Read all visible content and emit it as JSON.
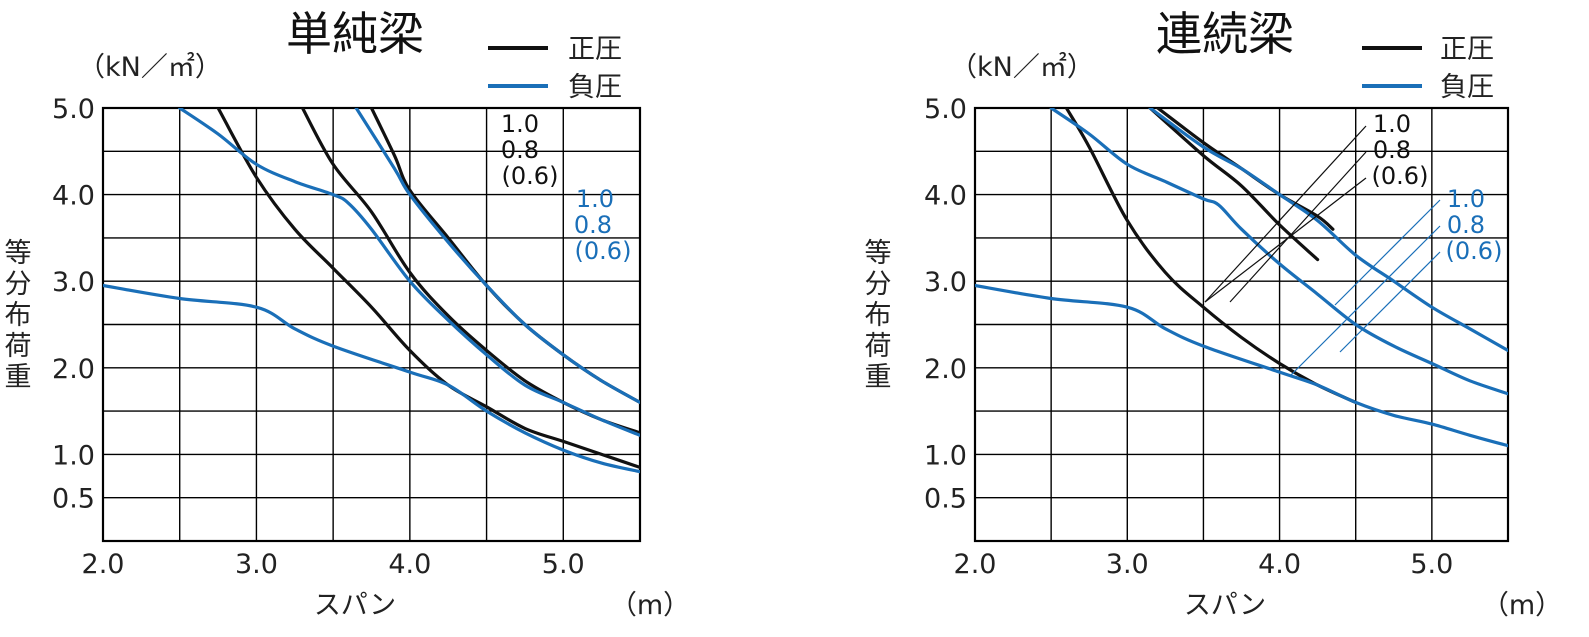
{
  "colors": {
    "positive": "#111111",
    "negative": "#1a6fb8"
  },
  "chart_data": [
    {
      "type": "line",
      "title": "単純梁",
      "ylabel": "等分布荷重",
      "yunit": "（kN／㎡）",
      "xlabel": "スパン",
      "xunit": "（m）",
      "xlim": [
        2.0,
        5.5
      ],
      "ylim": [
        0,
        5.0
      ],
      "y_ticks": [
        0.5,
        1.0,
        2.0,
        3.0,
        4.0,
        5.0
      ],
      "y_tick_labels": [
        "0.5",
        "1.0",
        "2.0",
        "3.0",
        "4.0",
        "5.0"
      ],
      "x_ticks": [
        2.0,
        3.0,
        4.0,
        5.0
      ],
      "x_tick_labels": [
        "2.0",
        "3.0",
        "4.0",
        "5.0"
      ],
      "legend": [
        {
          "label": "正圧",
          "color": "#111111"
        },
        {
          "label": "負圧",
          "color": "#1a6fb8"
        }
      ],
      "thickness_labels_positive": [
        "1.0",
        "0.8",
        "(0.6)"
      ],
      "thickness_labels_negative": [
        "1.0",
        "0.8",
        "(0.6)"
      ],
      "series": [
        {
          "group": "positive",
          "color": "#111111",
          "points": [
            [
              2.75,
              5.0
            ],
            [
              3.0,
              4.2
            ],
            [
              3.25,
              3.6
            ],
            [
              3.5,
              3.15
            ],
            [
              3.75,
              2.7
            ],
            [
              4.0,
              2.2
            ],
            [
              4.25,
              1.8
            ],
            [
              4.5,
              1.55
            ],
            [
              4.75,
              1.3
            ],
            [
              5.0,
              1.15
            ],
            [
              5.25,
              1.0
            ],
            [
              5.5,
              0.85
            ]
          ]
        },
        {
          "group": "positive",
          "color": "#111111",
          "points": [
            [
              3.3,
              5.0
            ],
            [
              3.5,
              4.35
            ],
            [
              3.75,
              3.8
            ],
            [
              4.0,
              3.1
            ],
            [
              4.25,
              2.6
            ],
            [
              4.5,
              2.2
            ],
            [
              4.75,
              1.85
            ],
            [
              5.0,
              1.6
            ],
            [
              5.25,
              1.4
            ],
            [
              5.5,
              1.25
            ]
          ]
        },
        {
          "group": "positive",
          "color": "#111111",
          "points": [
            [
              3.75,
              5.0
            ],
            [
              3.9,
              4.45
            ],
            [
              4.0,
              4.05
            ],
            [
              4.25,
              3.5
            ],
            [
              4.5,
              2.95
            ],
            [
              4.75,
              2.5
            ],
            [
              5.0,
              2.15
            ],
            [
              5.25,
              1.85
            ],
            [
              5.5,
              1.6
            ]
          ]
        },
        {
          "group": "negative",
          "color": "#1a6fb8",
          "points": [
            [
              2.0,
              2.95
            ],
            [
              2.5,
              2.8
            ],
            [
              3.0,
              2.7
            ],
            [
              3.25,
              2.45
            ],
            [
              3.5,
              2.25
            ],
            [
              4.0,
              1.95
            ],
            [
              4.25,
              1.8
            ],
            [
              4.5,
              1.5
            ],
            [
              4.75,
              1.25
            ],
            [
              5.0,
              1.05
            ],
            [
              5.25,
              0.9
            ],
            [
              5.5,
              0.8
            ]
          ]
        },
        {
          "group": "negative",
          "color": "#1a6fb8",
          "points": [
            [
              2.5,
              5.0
            ],
            [
              2.75,
              4.7
            ],
            [
              3.0,
              4.35
            ],
            [
              3.25,
              4.15
            ],
            [
              3.5,
              4.0
            ],
            [
              3.6,
              3.9
            ],
            [
              3.75,
              3.6
            ],
            [
              4.0,
              3.0
            ],
            [
              4.25,
              2.55
            ],
            [
              4.5,
              2.15
            ],
            [
              4.75,
              1.8
            ],
            [
              5.0,
              1.6
            ],
            [
              5.25,
              1.4
            ],
            [
              5.5,
              1.22
            ]
          ]
        },
        {
          "group": "negative",
          "color": "#1a6fb8",
          "points": [
            [
              3.65,
              5.0
            ],
            [
              3.9,
              4.3
            ],
            [
              4.0,
              4.0
            ],
            [
              4.25,
              3.45
            ],
            [
              4.5,
              2.95
            ],
            [
              4.75,
              2.5
            ],
            [
              5.0,
              2.15
            ],
            [
              5.25,
              1.85
            ],
            [
              5.5,
              1.6
            ]
          ]
        }
      ]
    },
    {
      "type": "line",
      "title": "連続梁",
      "ylabel": "等分布荷重",
      "yunit": "（kN／㎡）",
      "xlabel": "スパン",
      "xunit": "（m）",
      "xlim": [
        2.0,
        5.5
      ],
      "ylim": [
        0,
        5.0
      ],
      "y_ticks": [
        0.5,
        1.0,
        2.0,
        3.0,
        4.0,
        5.0
      ],
      "y_tick_labels": [
        "0.5",
        "1.0",
        "2.0",
        "3.0",
        "4.0",
        "5.0"
      ],
      "x_ticks": [
        2.0,
        3.0,
        4.0,
        5.0
      ],
      "x_tick_labels": [
        "2.0",
        "3.0",
        "4.0",
        "5.0"
      ],
      "legend": [
        {
          "label": "正圧",
          "color": "#111111"
        },
        {
          "label": "負圧",
          "color": "#1a6fb8"
        }
      ],
      "thickness_labels_positive": [
        "1.0",
        "0.8",
        "(0.6)"
      ],
      "thickness_labels_negative": [
        "1.0",
        "0.8",
        "(0.6)"
      ],
      "series": [
        {
          "group": "positive",
          "color": "#111111",
          "points": [
            [
              2.6,
              5.0
            ],
            [
              2.75,
              4.55
            ],
            [
              3.0,
              3.7
            ],
            [
              3.25,
              3.1
            ],
            [
              3.5,
              2.7
            ],
            [
              3.75,
              2.35
            ],
            [
              4.0,
              2.05
            ],
            [
              4.25,
              1.8
            ],
            [
              4.5,
              1.6
            ]
          ]
        },
        {
          "group": "positive",
          "color": "#111111",
          "points": [
            [
              3.15,
              5.0
            ],
            [
              3.5,
              4.45
            ],
            [
              3.75,
              4.1
            ],
            [
              4.0,
              3.65
            ],
            [
              4.25,
              3.25
            ]
          ]
        },
        {
          "group": "positive",
          "color": "#111111",
          "points": [
            [
              3.2,
              5.0
            ],
            [
              3.5,
              4.6
            ],
            [
              3.75,
              4.3
            ],
            [
              4.0,
              4.0
            ],
            [
              4.25,
              3.75
            ],
            [
              4.35,
              3.6
            ]
          ]
        },
        {
          "group": "negative",
          "color": "#1a6fb8",
          "points": [
            [
              2.0,
              2.95
            ],
            [
              2.5,
              2.8
            ],
            [
              3.0,
              2.7
            ],
            [
              3.25,
              2.45
            ],
            [
              3.5,
              2.25
            ],
            [
              4.0,
              1.95
            ],
            [
              4.25,
              1.8
            ],
            [
              4.5,
              1.6
            ],
            [
              4.75,
              1.45
            ],
            [
              5.0,
              1.35
            ],
            [
              5.25,
              1.22
            ],
            [
              5.5,
              1.1
            ]
          ]
        },
        {
          "group": "negative",
          "color": "#1a6fb8",
          "points": [
            [
              2.5,
              5.0
            ],
            [
              2.75,
              4.7
            ],
            [
              3.0,
              4.35
            ],
            [
              3.25,
              4.15
            ],
            [
              3.5,
              3.95
            ],
            [
              3.6,
              3.88
            ],
            [
              3.75,
              3.6
            ],
            [
              4.0,
              3.2
            ],
            [
              4.25,
              2.85
            ],
            [
              4.5,
              2.5
            ],
            [
              4.75,
              2.25
            ],
            [
              5.0,
              2.05
            ],
            [
              5.25,
              1.85
            ],
            [
              5.5,
              1.7
            ]
          ]
        },
        {
          "group": "negative",
          "color": "#1a6fb8",
          "points": [
            [
              3.15,
              5.0
            ],
            [
              3.5,
              4.55
            ],
            [
              3.75,
              4.3
            ],
            [
              4.0,
              4.0
            ],
            [
              4.25,
              3.7
            ],
            [
              4.5,
              3.3
            ],
            [
              4.75,
              3.0
            ],
            [
              5.0,
              2.7
            ],
            [
              5.25,
              2.45
            ],
            [
              5.5,
              2.2
            ]
          ]
        }
      ]
    }
  ]
}
